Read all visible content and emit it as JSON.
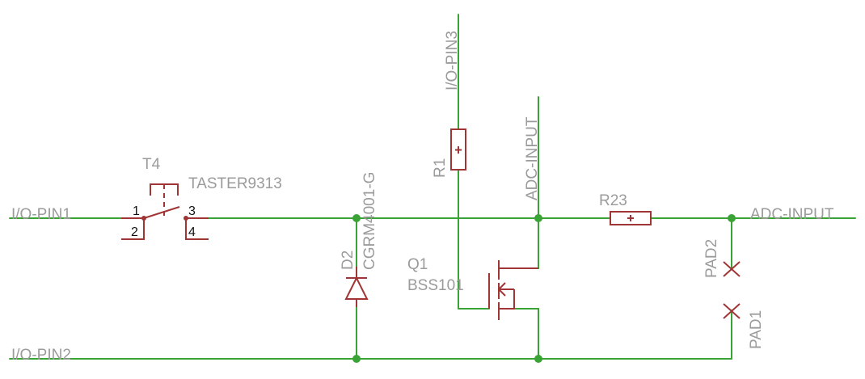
{
  "nets": {
    "io_pin1": "I/O-PIN1",
    "io_pin2": "I/O-PIN2",
    "io_pin3": "I/O-PIN3",
    "adc_input_top": "ADC-INPUT",
    "adc_input_right": "ADC-INPUT"
  },
  "parts": {
    "switch": {
      "ref": "T4",
      "value": "TASTER9313",
      "pins": [
        "1",
        "2",
        "3",
        "4"
      ]
    },
    "diode": {
      "ref": "D2",
      "value": "CGRM4001-G"
    },
    "r1": {
      "ref": "R1"
    },
    "r23": {
      "ref": "R23"
    },
    "mosfet": {
      "ref": "Q1",
      "value": "BSS101"
    },
    "pad1": {
      "ref": "PAD1"
    },
    "pad2": {
      "ref": "PAD2"
    }
  },
  "colors": {
    "wire": "#3aa335",
    "component": "#a03535",
    "label": "#9b9b9b",
    "pin_number": "#111111",
    "background": "#ffffff"
  }
}
